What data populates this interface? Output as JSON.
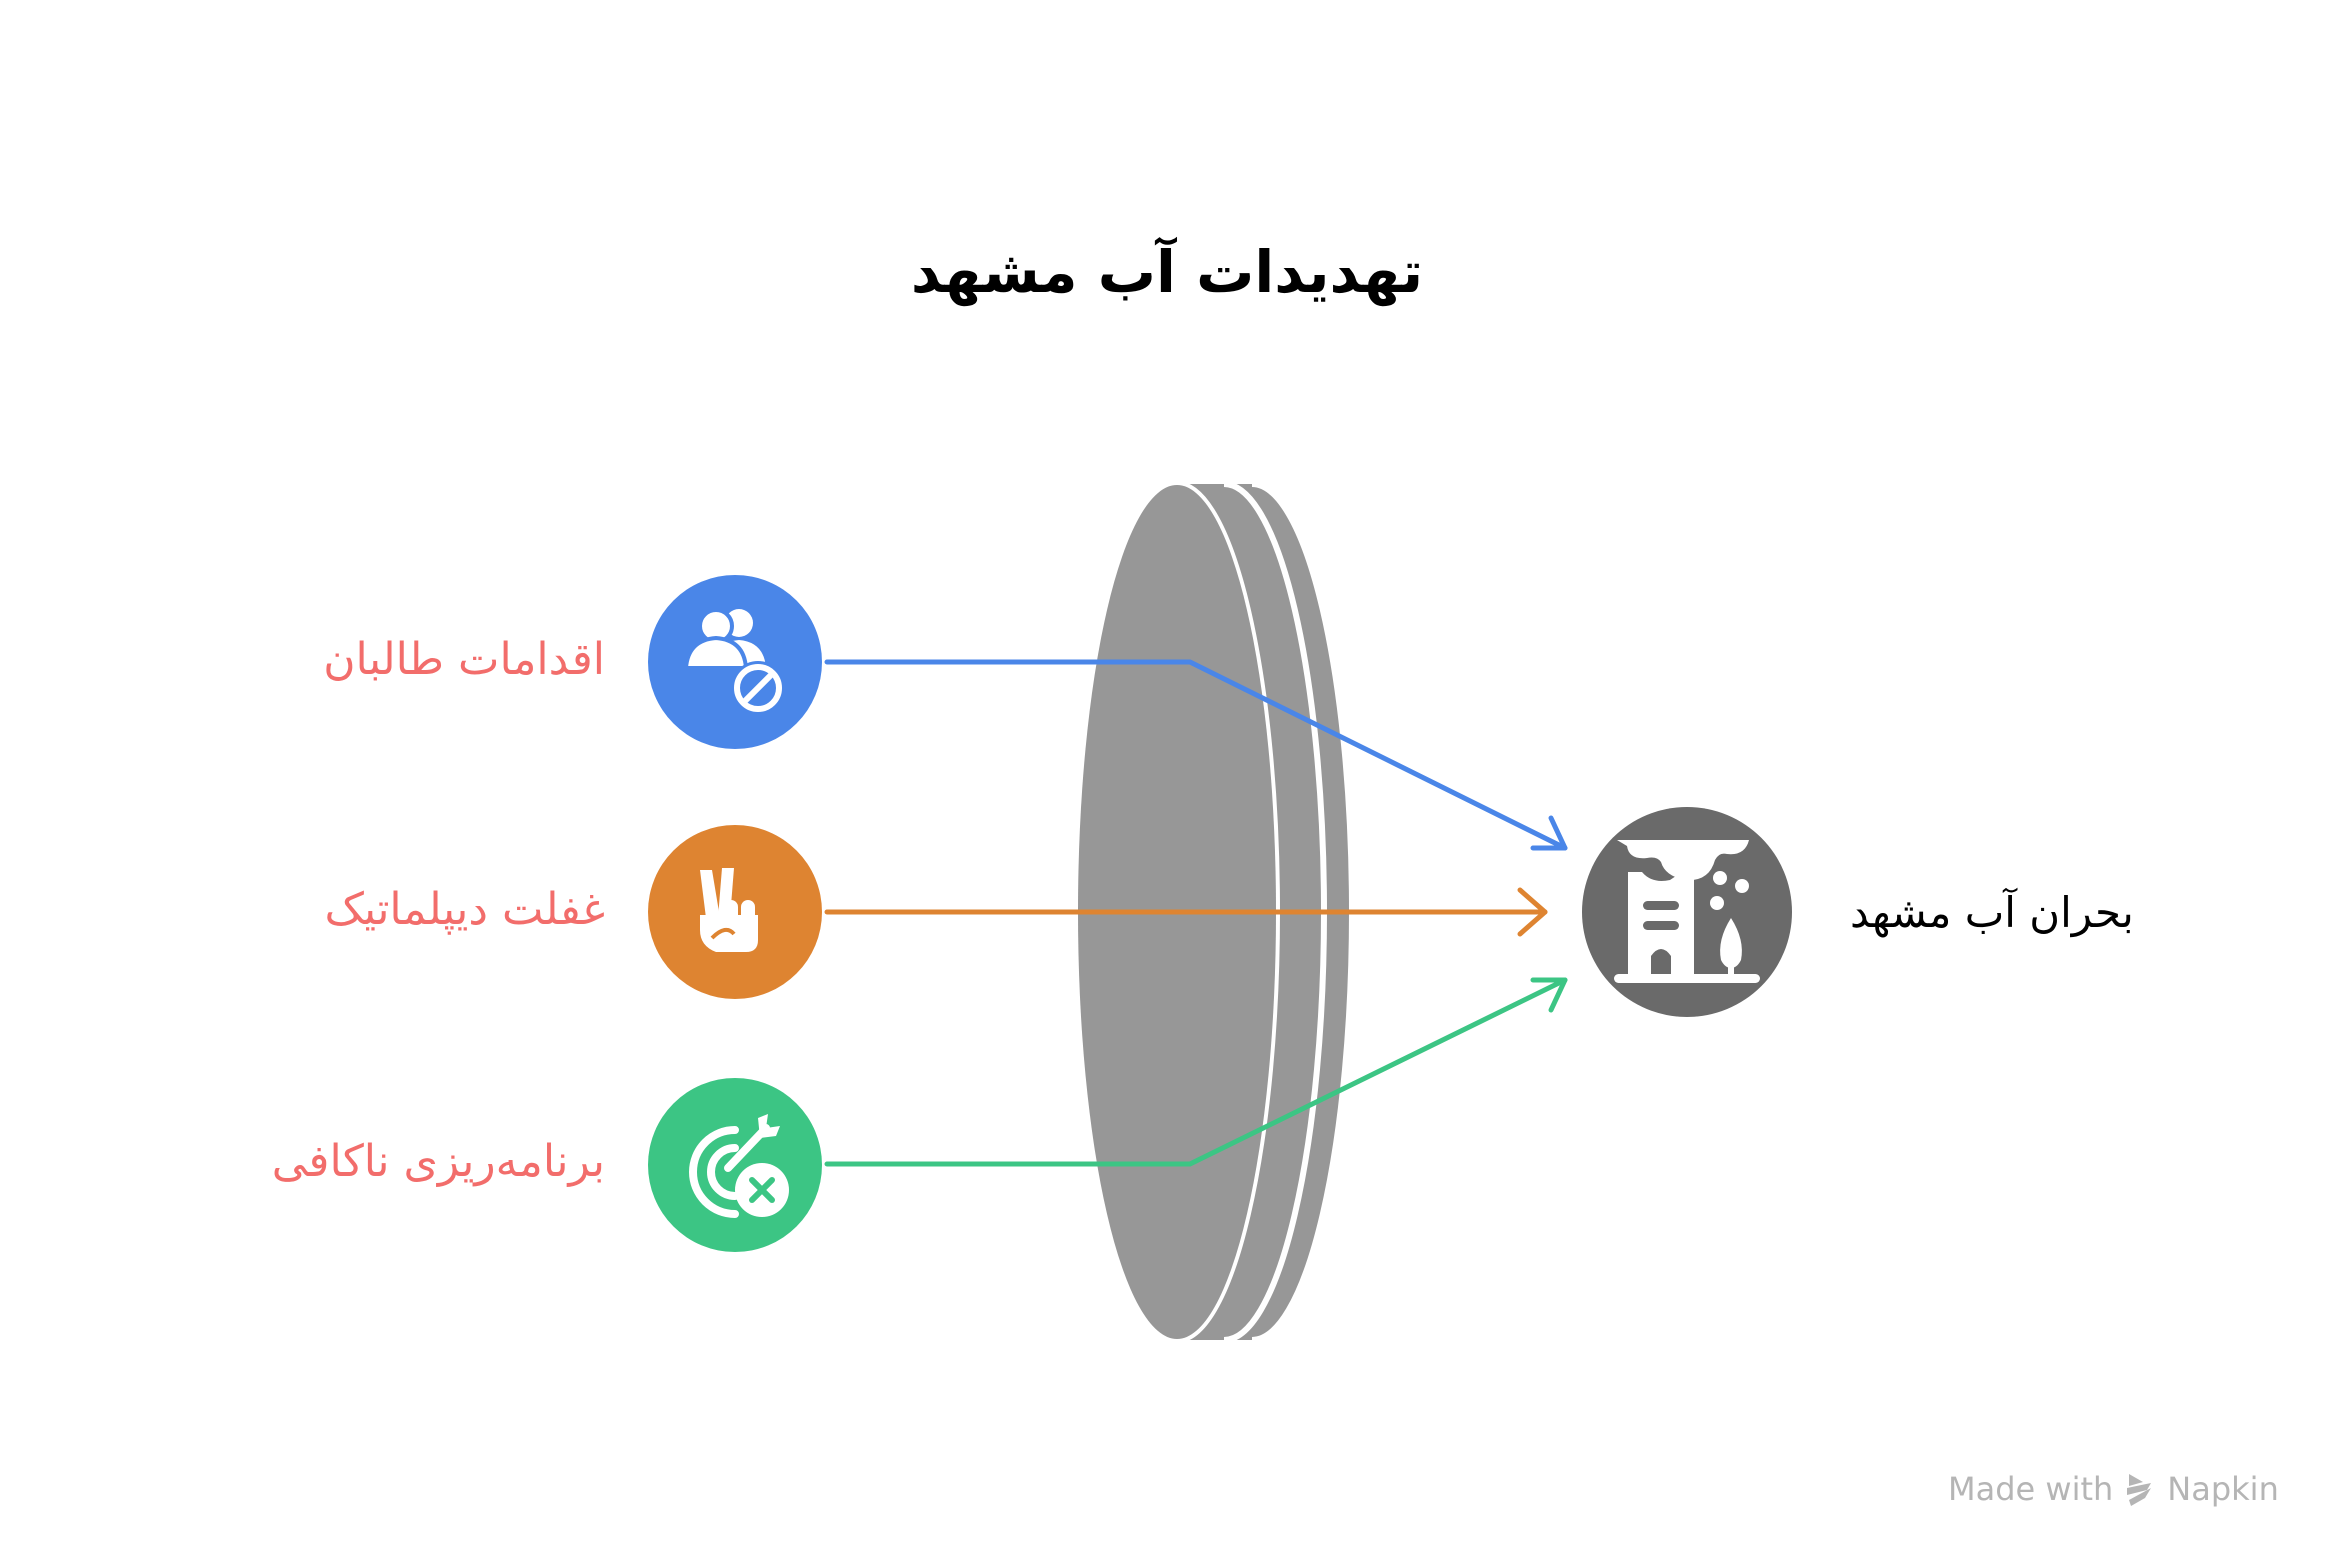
{
  "title": "تهدیدات آب مشهد",
  "causes": [
    {
      "label": "اقدامات طالبان",
      "icon": "users-blocked-icon",
      "color": "#4A86E8"
    },
    {
      "label": "غفلت دیپلماتیک",
      "icon": "peace-hand-icon",
      "color": "#DE8431"
    },
    {
      "label": "برنامه‌ریزی ناکافی",
      "icon": "target-miss-icon",
      "color": "#3CC584"
    }
  ],
  "label_color": "#F26D6B",
  "lens": {
    "icon": "lens-filter-shape",
    "color": "#979797"
  },
  "effect": {
    "label": "بحران آب مشهد",
    "icon": "city-building-icon",
    "color": "#6A6A6A"
  },
  "watermark": {
    "prefix": "Made with",
    "brand": "Napkin"
  }
}
